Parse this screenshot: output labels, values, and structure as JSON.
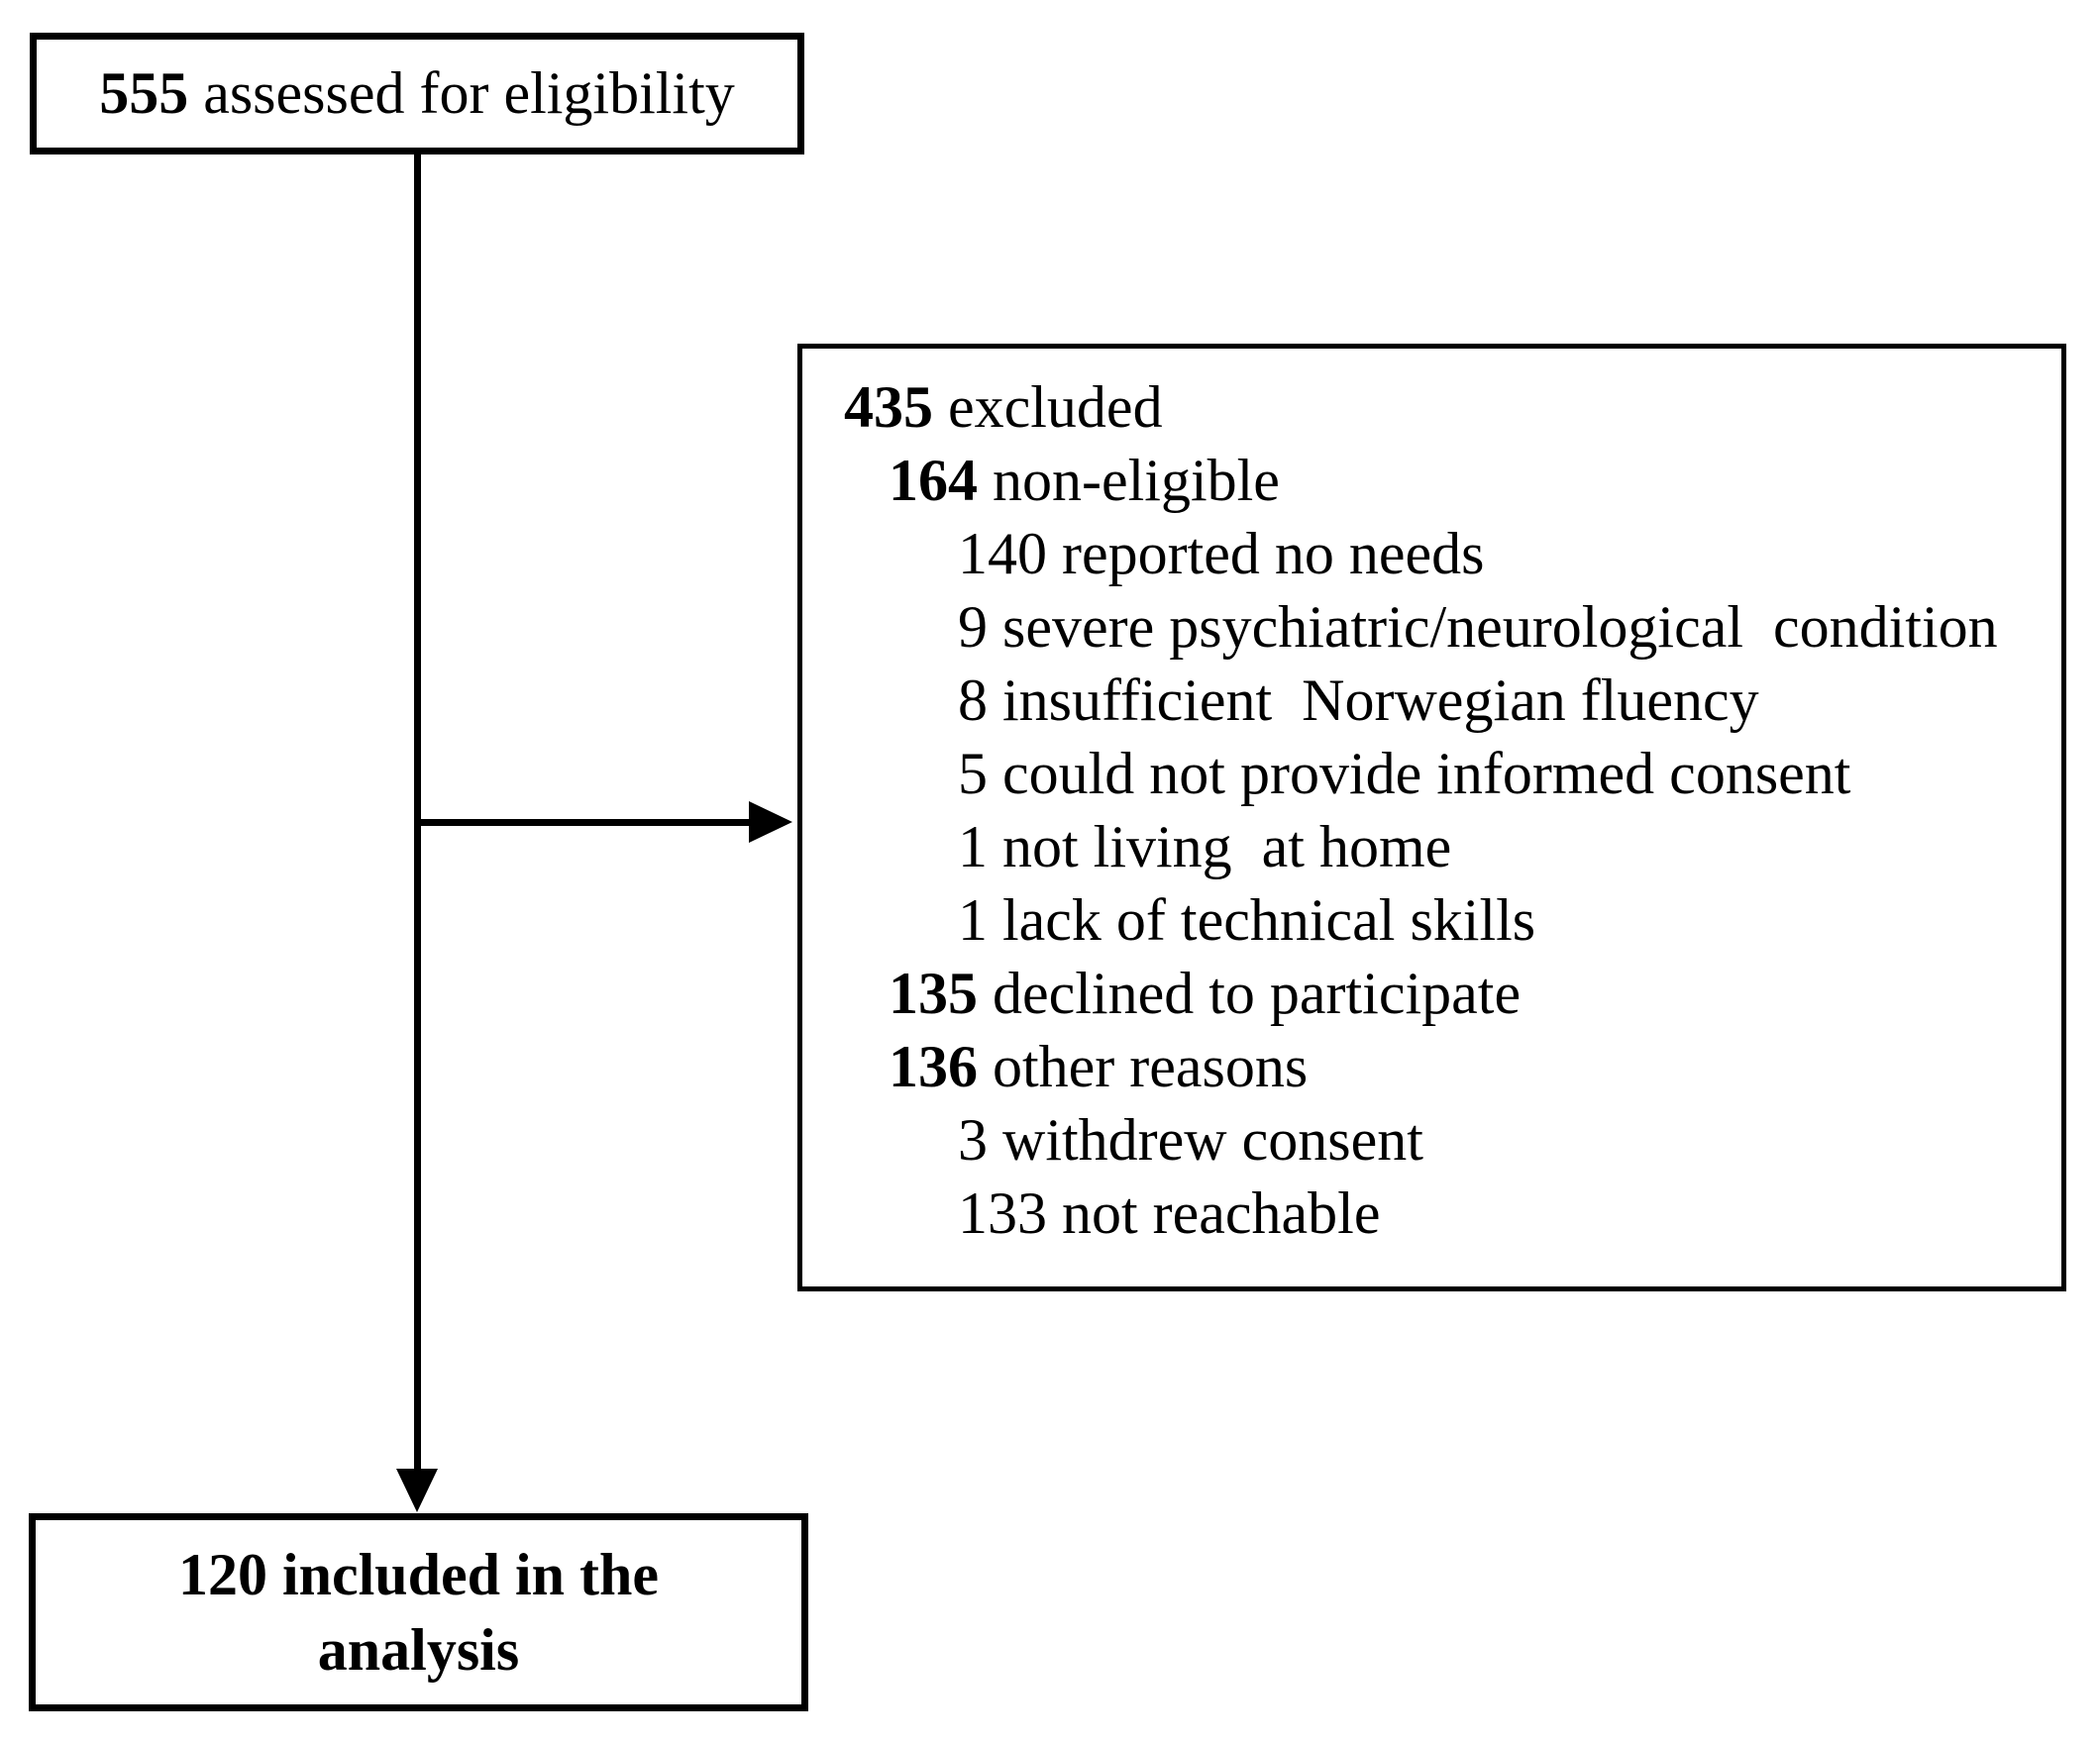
{
  "assessed_box": {
    "num": "555",
    "label": "assessed for eligibility"
  },
  "excluded_box": {
    "lines": [
      {
        "num": "435",
        "text": "excluded",
        "level": 0,
        "bold_num": true
      },
      {
        "num": "164",
        "text": "non-eligible",
        "level": 1,
        "bold_num": true
      },
      {
        "num": "140",
        "text": "reported no needs",
        "level": 2,
        "bold_num": false
      },
      {
        "num": "9",
        "text": "severe psychiatric/neurological  condition",
        "level": 2,
        "bold_num": false
      },
      {
        "num": "8",
        "text": "insufficient  Norwegian fluency",
        "level": 2,
        "bold_num": false
      },
      {
        "num": "5",
        "text": "could not provide informed consent",
        "level": 2,
        "bold_num": false
      },
      {
        "num": "1",
        "text": "not living  at home",
        "level": 2,
        "bold_num": false
      },
      {
        "num": "1",
        "text": "lack of technical skills",
        "level": 2,
        "bold_num": false
      },
      {
        "num": "135",
        "text": "declined to participate",
        "level": 1,
        "bold_num": true
      },
      {
        "num": "136",
        "text": "other reasons",
        "level": 1,
        "bold_num": true
      },
      {
        "num": "3",
        "text": "withdrew consent",
        "level": 2,
        "bold_num": false
      },
      {
        "num": "133",
        "text": "not reachable",
        "level": 2,
        "bold_num": false
      }
    ]
  },
  "included_box": {
    "lines": [
      "120 included in the",
      "analysis"
    ]
  },
  "colors": {
    "ink": "#000000",
    "background": "#ffffff"
  }
}
